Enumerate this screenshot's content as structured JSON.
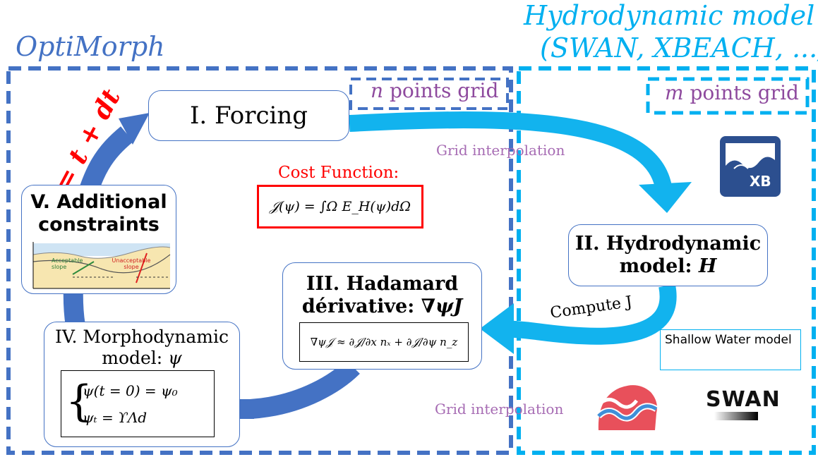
{
  "header": {
    "optimorph_title": "OptiMorph",
    "hydro_title_line1": "Hydrodynamic model",
    "hydro_title_line2": "(SWAN, XBEACH, ...)"
  },
  "grids": {
    "n_var": "n",
    "n_text": "points grid",
    "m_var": "m",
    "m_text": "points grid"
  },
  "time_update": "t = t + dt",
  "steps": {
    "forcing": "I. Forcing",
    "hydro_line1": "II. Hydrodynamic",
    "hydro_line2": "model: ",
    "hydro_var": "H",
    "hadamard_line1": "III. Hadamard",
    "hadamard_line2": "dérivative: ",
    "hadamard_var": "∇ψJ",
    "hadamard_formula": "∇ψ𝒥 ≈ ∂𝒥/∂x nₓ + ∂𝒥/∂ψ n_z",
    "morpho_line1": "IV. Morphodynamic",
    "morpho_line2": "model: ",
    "morpho_var": "ψ",
    "morpho_eq1": "ψ(t = 0) = ψ₀",
    "morpho_eq2": "ψₜ = ϒΛd",
    "constraints_line1": "V. Additional",
    "constraints_line2": "constraints",
    "acceptable_slope": "Acceptable slope",
    "unacceptable_slope": "Unacceptable slope"
  },
  "cost_function": {
    "label": "Cost Function:",
    "formula": "𝒥(ψ) = ∫Ω E_H(ψ)dΩ"
  },
  "arrows": {
    "grid_interpolation_top": "Grid interpolation",
    "grid_interpolation_bottom": "Grid interpolation",
    "compute_j": "Compute J"
  },
  "shallow_water": "Shallow  Water model",
  "logos": {
    "xbeach": "XB",
    "swan": "SWAN"
  },
  "colors": {
    "optimorph_blue": "#4472c4",
    "hydro_cyan": "#00b0f0",
    "arrow_cyan": "#12b3ee",
    "cycle_blue": "#4472c4",
    "red": "#ff0000",
    "purple": "#a05aa8"
  }
}
